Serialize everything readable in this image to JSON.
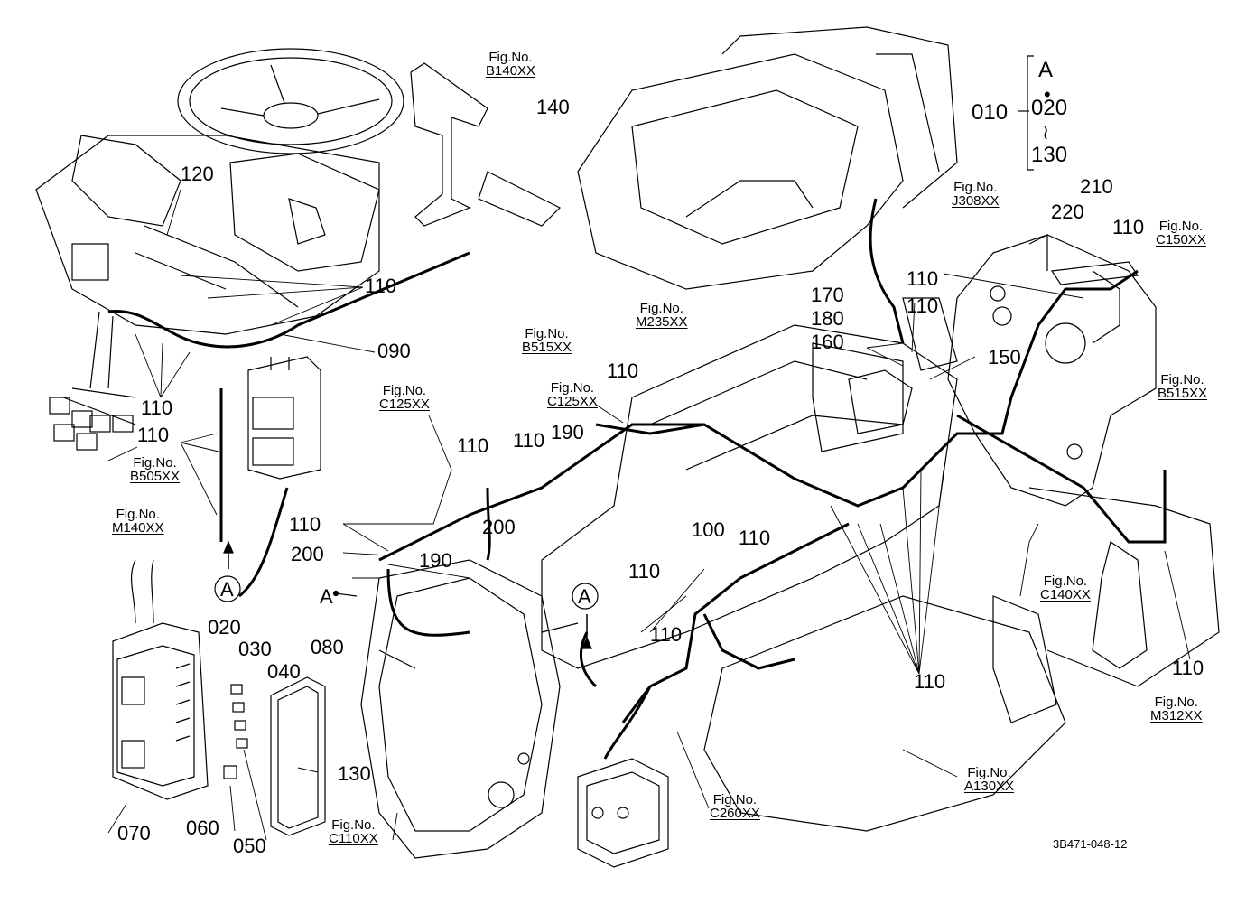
{
  "colors": {
    "ink": "#000000",
    "paper": "#ffffff"
  },
  "fig_prefix": "Fig.No.",
  "figs": {
    "b140": "B140XX",
    "j308": "J308XX",
    "c150": "C150XX",
    "m235": "M235XX",
    "b515a": "B515XX",
    "b515b": "B515XX",
    "c125a": "C125XX",
    "c125b": "C125XX",
    "b505": "B505XX",
    "m140": "M140XX",
    "c140": "C140XX",
    "m312": "M312XX",
    "a130": "A130XX",
    "c260": "C260XX",
    "c110": "C110XX"
  },
  "parts": {
    "p010": "010",
    "p020": "020",
    "p030": "030",
    "p040": "040",
    "p050": "050",
    "p060": "060",
    "p070": "070",
    "p080": "080",
    "p090": "090",
    "p100": "100",
    "p110": "110",
    "p120": "120",
    "p130": "130",
    "p140": "140",
    "p150": "150",
    "p160": "160",
    "p170": "170",
    "p180": "180",
    "p190": "190",
    "p200": "200",
    "p210": "210",
    "p220": "220"
  },
  "legend": {
    "top": "A",
    "dot": "•",
    "tilde": "≀",
    "from": "010",
    "mid": "020",
    "to": "130"
  },
  "ref_a": "A",
  "drawing_id": "3B471-048-12"
}
